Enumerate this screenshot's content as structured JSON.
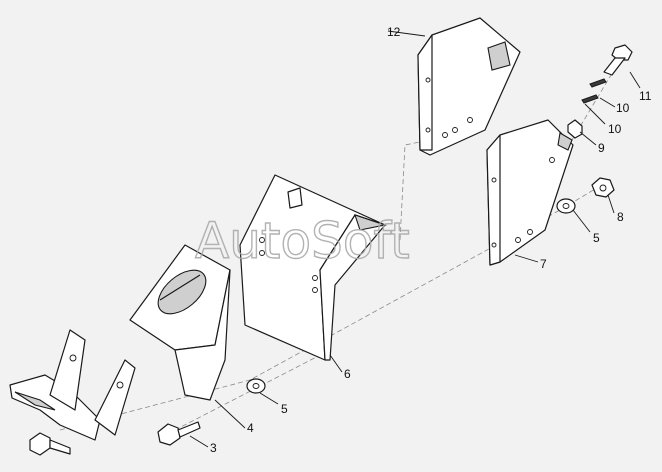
{
  "watermark": "AutoSoft",
  "callouts": {
    "c3": "3",
    "c4": "4",
    "c5a": "5",
    "c5b": "5",
    "c6": "6",
    "c7": "7",
    "c8": "8",
    "c9": "9",
    "c10a": "10",
    "c10b": "10",
    "c11": "11",
    "c12": "12"
  }
}
